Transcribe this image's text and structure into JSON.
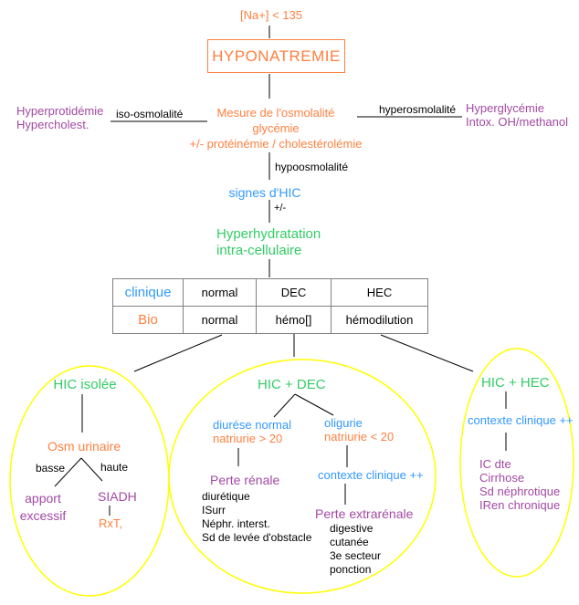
{
  "palette": {
    "orange": "#FF8040",
    "purple": "#A349A4",
    "blue": "#3399FF",
    "green": "#33CC66",
    "ellipse_yellow": "#FFFF00",
    "line_black": "#000000",
    "table_border": "#808080"
  },
  "top": {
    "criteria": "[Na+] < 135",
    "title": "HYPONATREMIE"
  },
  "osmolality": {
    "measure": [
      "Mesure de l'osmolalité",
      "glycémie",
      "+/- protéinémie / cholestérolémie"
    ],
    "iso_label": "iso-osmolalité",
    "iso_diagnoses": [
      "Hyperprotidémie",
      "Hypercholest."
    ],
    "hyper_label": "hyperosmolalité",
    "hyper_diagnoses": [
      "Hyperglycémie",
      "Intox. OH/methanol"
    ],
    "hypo_label": "hypoosmolalité"
  },
  "hic": {
    "signs": "signes d'HIC",
    "plus_minus": "+/-",
    "hyperhydration": [
      "Hyperhydratation",
      "intra-cellulaire"
    ]
  },
  "table": {
    "rows": [
      {
        "header": "clinique",
        "cells": [
          "normal",
          "DEC",
          "HEC"
        ]
      },
      {
        "header": "Bio",
        "cells": [
          "normal",
          "hémo[]",
          "hémodilution"
        ]
      }
    ]
  },
  "left_branch": {
    "title": "HIC isolée",
    "node": "Osm urinaire",
    "low_label": "basse",
    "high_label": "haute",
    "low_result": [
      "apport",
      "excessif"
    ],
    "high_result": "SIADH",
    "treatment": "RxT,"
  },
  "middle_branch": {
    "title": "HIC + DEC",
    "left_node_line1": "diurése normal",
    "left_node_line2": "natriurie > 20",
    "right_node_line1": "oligurie",
    "right_node_line2": "natriurie < 20",
    "left_dx": "Perte rénale",
    "left_causes": [
      "diurétique",
      "ISurr",
      "Néphr. interst.",
      "Sd de levée d'obstacle"
    ],
    "context": "contexte clinique ++",
    "right_dx": "Perte extrarénale",
    "right_causes": [
      "digestive",
      "cutanée",
      "3e secteur",
      "ponction"
    ]
  },
  "right_branch": {
    "title": "HIC + HEC",
    "context": "contexte clinique ++",
    "causes": [
      "IC dte",
      "Cirrhose",
      "Sd néphrotique",
      "IRen chronique"
    ]
  }
}
